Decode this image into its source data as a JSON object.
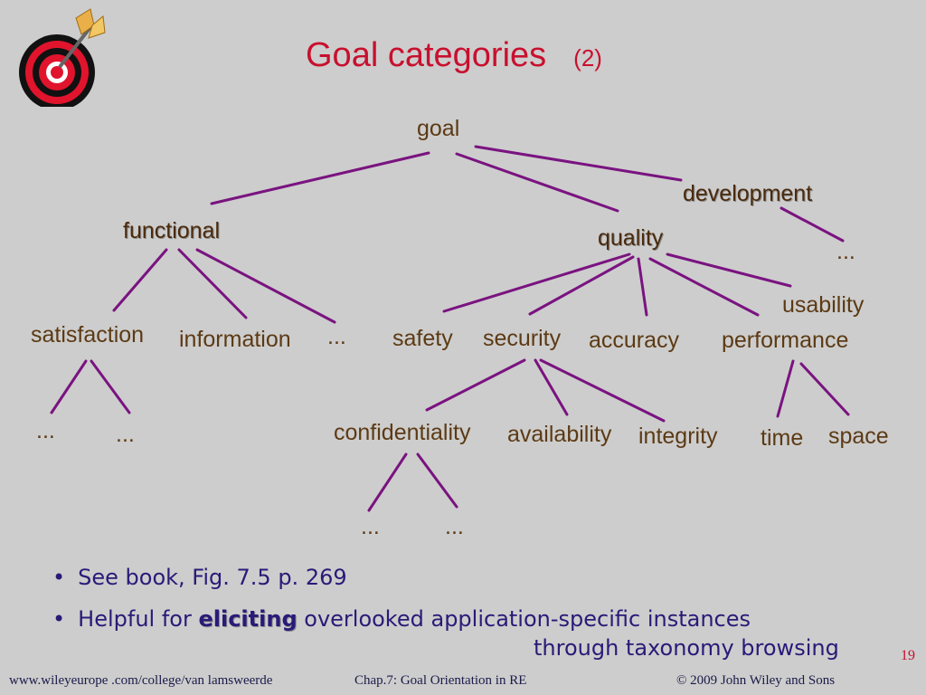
{
  "slide": {
    "title": "Goal categories",
    "title_suffix": "(2)",
    "page_number": "19"
  },
  "tree": {
    "goal": "goal",
    "functional": "functional",
    "quality": "quality",
    "development": "development",
    "development_more": "...",
    "satisfaction": "satisfaction",
    "information": "information",
    "functional_more": "...",
    "satisfaction_more_1": "...",
    "satisfaction_more_2": "...",
    "safety": "safety",
    "security": "security",
    "accuracy": "accuracy",
    "performance": "performance",
    "usability": "usability",
    "confidentiality": "confidentiality",
    "availability": "availability",
    "integrity": "integrity",
    "time": "time",
    "space": "space",
    "confidentiality_more_1": "...",
    "confidentiality_more_2": "..."
  },
  "bullets": {
    "item1": "See book, Fig. 7.5 p. 269",
    "item2_prefix": "Helpful for ",
    "item2_emphasis": "eliciting",
    "item2_suffix": " overlooked application-specific instances",
    "item2_continuation": "through taxonomy browsing",
    "bullet_mark": "•"
  },
  "footer": {
    "url": "www.wileyeurope .com/college/van lamsweerde",
    "chapter": "Chap.7:  Goal Orientation in RE",
    "copyright": "©  2009 John Wiley and Sons"
  },
  "colors": {
    "background": "#cdcdcd",
    "title": "#c8102e",
    "lines": "#7a1380",
    "node_text": "#5c3a14",
    "bullet_text": "#2a1a78"
  },
  "icons": [
    "target-dart-icon"
  ]
}
